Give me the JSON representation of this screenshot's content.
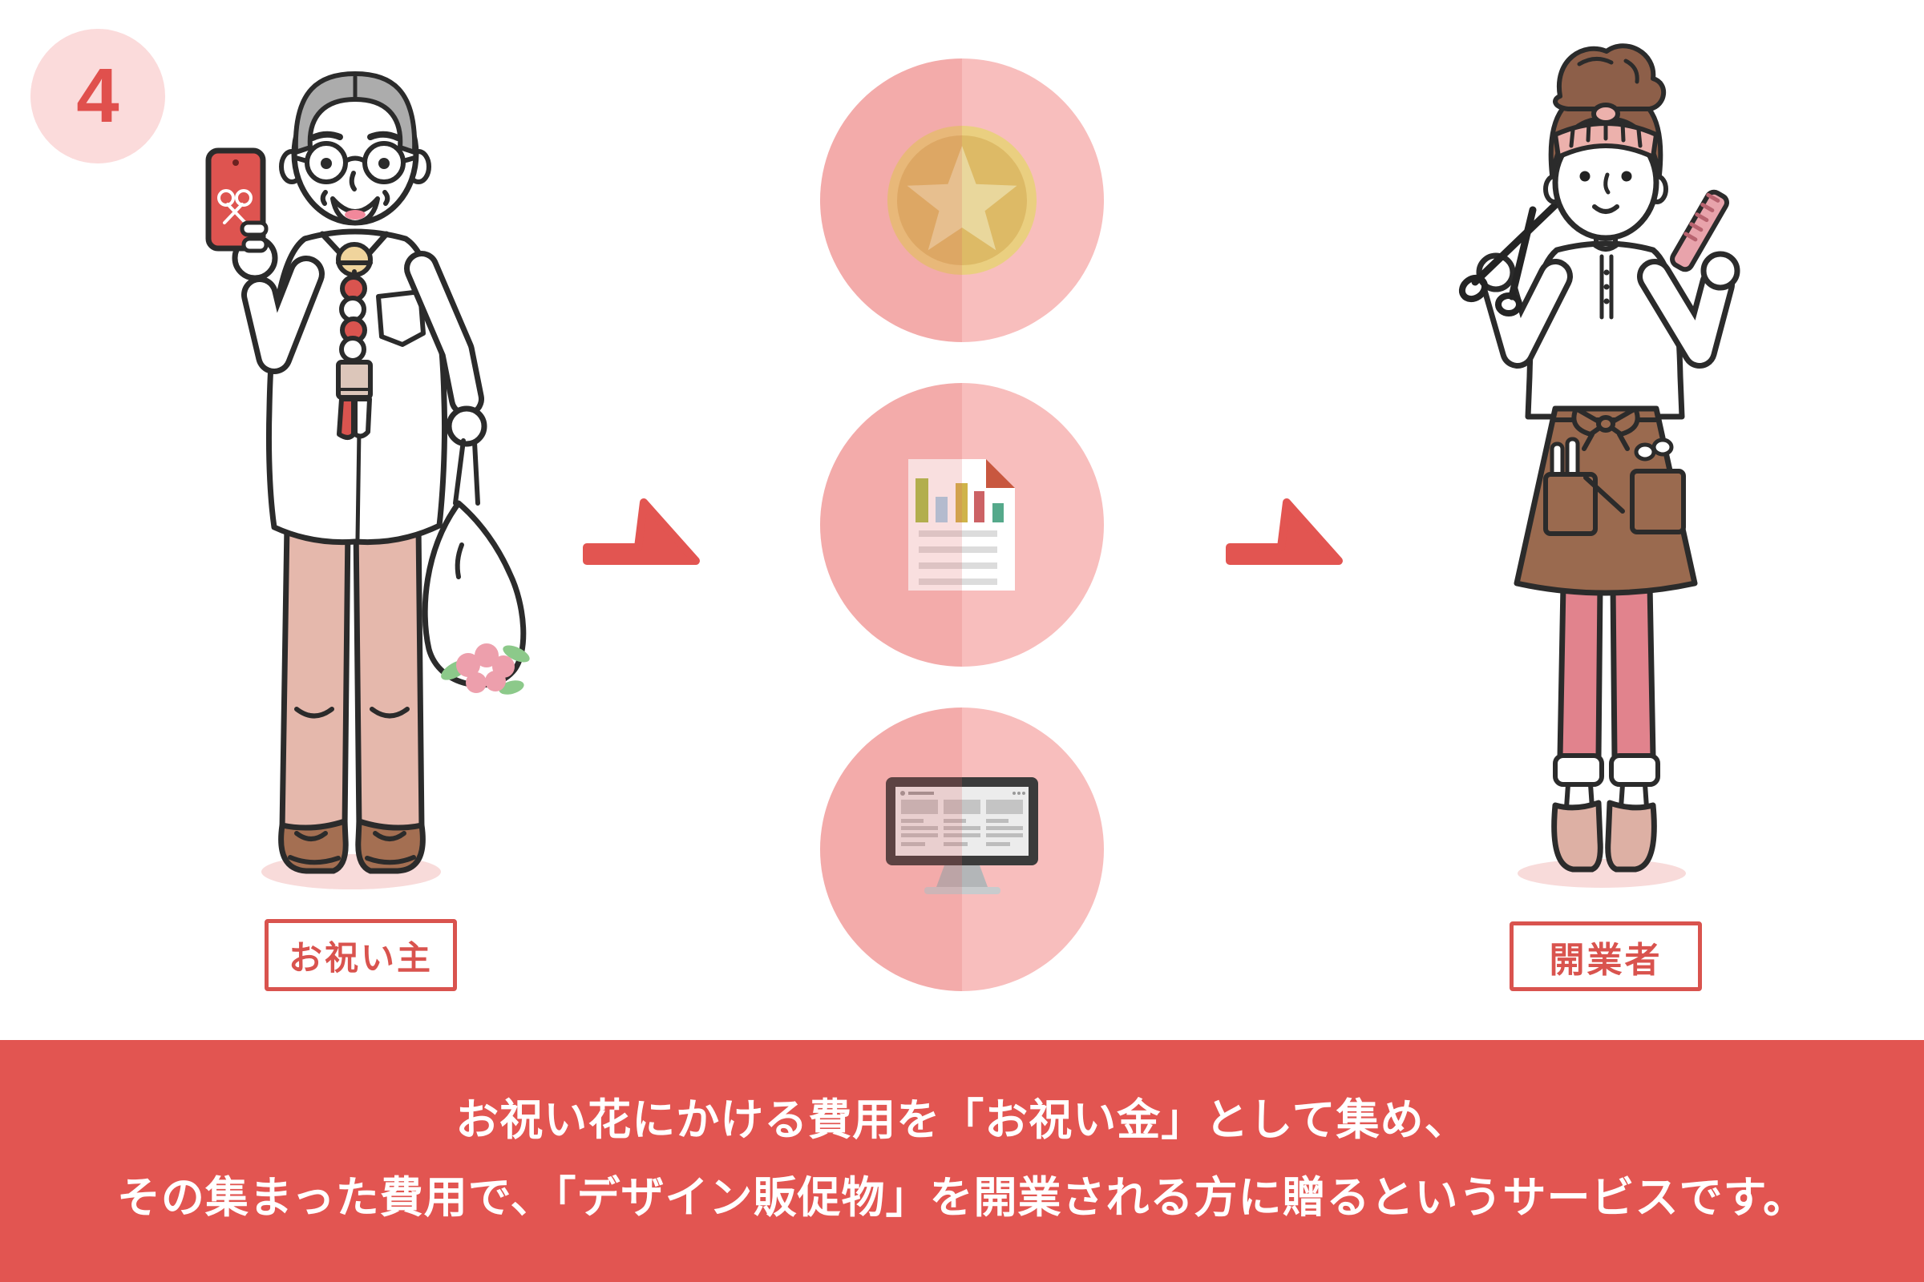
{
  "step_number": "4",
  "labels": {
    "giver": "お祝い主",
    "receiver": "開業者"
  },
  "banner": {
    "line1": "お祝い花にかける費用を「お祝い金」として集め、",
    "line2": "その集まった費用で、「デザイン販促物」を開業される方に贈るというサービスです。"
  },
  "flow": {
    "icons": [
      "gold-coin-star-icon",
      "document-bar-chart-icon",
      "desktop-monitor-icon"
    ],
    "arrows": [
      "arrow-right-1",
      "arrow-right-2"
    ]
  },
  "figures": {
    "left": "elderly-man-holding-red-smartphone-and-flower-bag",
    "right": "hairdresser-woman-holding-scissors-and-comb"
  },
  "colors": {
    "accent_red": "#E25551",
    "label_red": "#D9534E",
    "badge_pink": "#FBDBDB",
    "badge_number_red": "#E0504D",
    "circle_pink_dark": "#F2A3A2",
    "circle_pink_light": "#F8BEBD",
    "coin_gold": "#DDBA66",
    "coin_star_gold": "#E9D79C",
    "shadow_pink": "#F8DBDA",
    "outline": "#2B2B2B"
  }
}
